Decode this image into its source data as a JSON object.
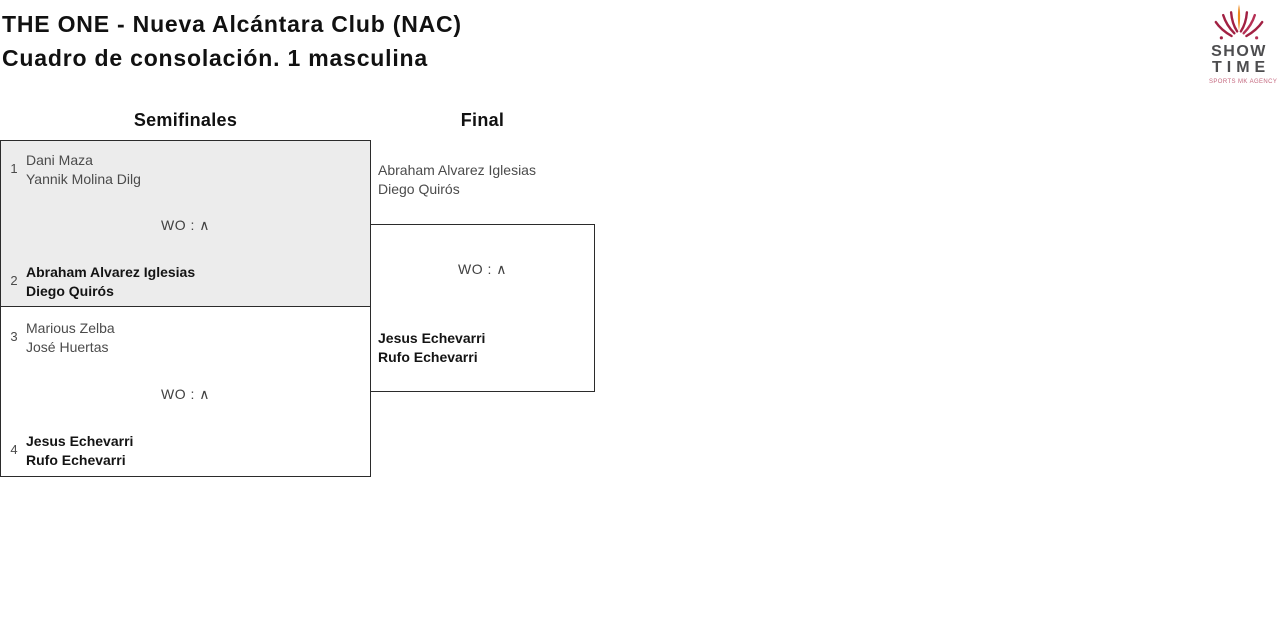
{
  "header": {
    "title_line1": "THE ONE - Nueva Alcántara Club (NAC)",
    "title_line2": "Cuadro de consolación. 1 masculina"
  },
  "logo": {
    "word1": "SHOW",
    "word2": "TIME",
    "tagline": "SPORTS MK AGENCY",
    "burst_color": "#A22143",
    "flame_color": "#EC8A1E",
    "text_color": "#4D4D4F",
    "tagline_color": "#C4677E"
  },
  "bracket": {
    "rounds": [
      {
        "label": "Semifinales"
      },
      {
        "label": "Final"
      }
    ],
    "semifinals": [
      {
        "note": "WO : ∧",
        "teams": [
          {
            "seed": "1",
            "winner": false,
            "players": [
              "Dani Maza",
              "Yannik Molina Dilg"
            ]
          },
          {
            "seed": "2",
            "winner": true,
            "players": [
              "Abraham Alvarez Iglesias",
              "Diego Quirós"
            ]
          }
        ]
      },
      {
        "note": "WO : ∧",
        "teams": [
          {
            "seed": "3",
            "winner": false,
            "players": [
              "Marious Zelba",
              "José Huertas"
            ]
          },
          {
            "seed": "4",
            "winner": true,
            "players": [
              "Jesus Echevarri",
              "Rufo Echevarri"
            ]
          }
        ]
      }
    ],
    "final": {
      "note": "WO : ∧",
      "teams": [
        {
          "winner": false,
          "players": [
            "Abraham Alvarez Iglesias",
            "Diego Quirós"
          ]
        },
        {
          "winner": true,
          "players": [
            "Jesus Echevarri",
            "Rufo Echevarri"
          ]
        }
      ]
    }
  },
  "colors": {
    "match_fill_alt": "#ECECEC",
    "border": "#2B2B2B",
    "player_text": "#4B4B4B",
    "winner_text": "#141414"
  }
}
